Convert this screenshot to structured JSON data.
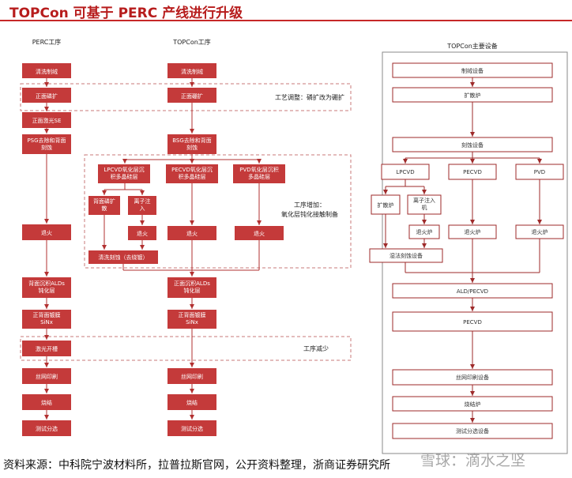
{
  "title": "TOPCon 可基于 PERC 产线进行升级",
  "source": "资料来源：中科院宁波材料所，拉普拉斯官网，公开资料整理，浙商证券研究所",
  "watermark": "雪球：滴水之坚",
  "colors": {
    "accent": "#c62828",
    "box_fill": "#c43a3a",
    "line": "#b23030",
    "dash": "#c97a7a"
  },
  "perc": {
    "header": "PERC工序",
    "steps": [
      "清洗制绒",
      "正面磷扩",
      "正面激光SE",
      "PSG去除和背面刻蚀",
      "退火",
      "背面沉积ALDs钝化层",
      "正背面镀膜SiNx",
      "激光开槽",
      "丝网印刷",
      "烧结",
      "测试分选"
    ]
  },
  "topcon": {
    "header": "TOPCon工序",
    "steps": [
      "清洗制绒",
      "正面硼扩",
      "BSG去除和背面刻蚀",
      "正面沉积ALDs钝化层",
      "正背面镀膜SiNx",
      "丝网印刷",
      "烧结",
      "测试分选"
    ],
    "routes": [
      "LPCVD氧化层沉积多晶硅层",
      "PECVD氧化层沉积多晶硅层",
      "PVD氧化层沉积多晶硅层"
    ],
    "lpcvd_branch": [
      "背面磷扩散",
      "离子注入"
    ],
    "anneal": "退火",
    "clean": "清洗刻蚀（去绕镀）"
  },
  "annotations": {
    "process_adjust": "工艺调整：磷扩改为硼扩",
    "process_add": "工序增加：",
    "process_add_2": "氧化层钝化接触制备",
    "process_reduce": "工序减少"
  },
  "equipment": {
    "header": "TOPCon主要设备",
    "items": [
      "制绒设备",
      "扩散炉",
      "刻蚀设备",
      "LPCVD",
      "PECVD",
      "PVD",
      "扩散炉",
      "离子注入机",
      "退火炉",
      "退火炉",
      "退火炉",
      "湿法刻蚀设备",
      "ALD/PECVD",
      "PECVD",
      "丝网印刷设备",
      "烧结炉",
      "测试分选设备"
    ]
  }
}
